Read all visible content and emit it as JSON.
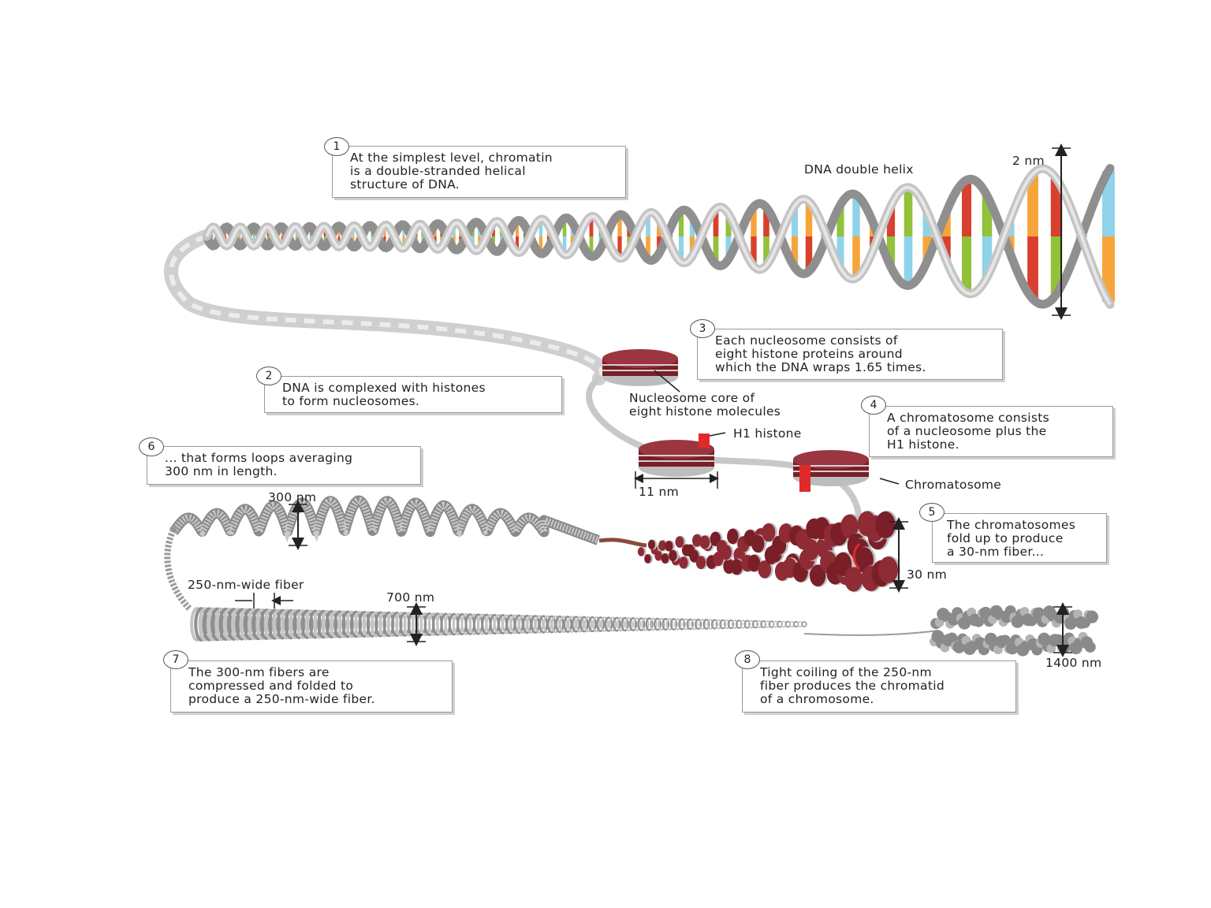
{
  "steps": [
    {
      "n": "1",
      "text": "At the simplest level, chromatin\nis a double-stranded helical\nstructure of DNA."
    },
    {
      "n": "2",
      "text": "DNA is complexed with histones\nto form nucleosomes."
    },
    {
      "n": "3",
      "text": "Each nucleosome consists of\neight histone proteins around\nwhich the DNA wraps 1.65 times."
    },
    {
      "n": "4",
      "text": "A chromatosome consists\nof a nucleosome plus the\nH1 histone."
    },
    {
      "n": "5",
      "text": "The chromatosomes\nfold up to produce\na 30-nm fiber..."
    },
    {
      "n": "6",
      "text": "... that forms loops averaging\n300 nm in length."
    },
    {
      "n": "7",
      "text": "The 300-nm fibers are\ncompressed and folded to\nproduce a 250-nm-wide fiber."
    },
    {
      "n": "8",
      "text": "Tight coiling of the 250-nm\nfiber produces the chromatid\nof a chromosome."
    }
  ],
  "labels": {
    "dna_double_helix": "DNA double helix",
    "two_nm": "2 nm",
    "nucleosome_core": "Nucleosome core of\neight histone molecules",
    "h1_histone": "H1 histone",
    "chromatosome": "Chromatosome",
    "eleven_nm": "11 nm",
    "thirty_nm": "30 nm",
    "three_hundred_nm": "300 nm",
    "two_fifty_fiber": "250-nm-wide fiber",
    "seven_hundred_nm": "700 nm",
    "fourteen_hundred_nm": "1400 nm"
  },
  "colors": {
    "backbone": "#c4c4c4",
    "base_red": "#d9402f",
    "base_green": "#92c13a",
    "base_blue": "#8fd3ea",
    "base_orange": "#f6a53a",
    "histone": "#7a1e28",
    "h1": "#e02a2a",
    "fiber": "#9b9b9b"
  }
}
